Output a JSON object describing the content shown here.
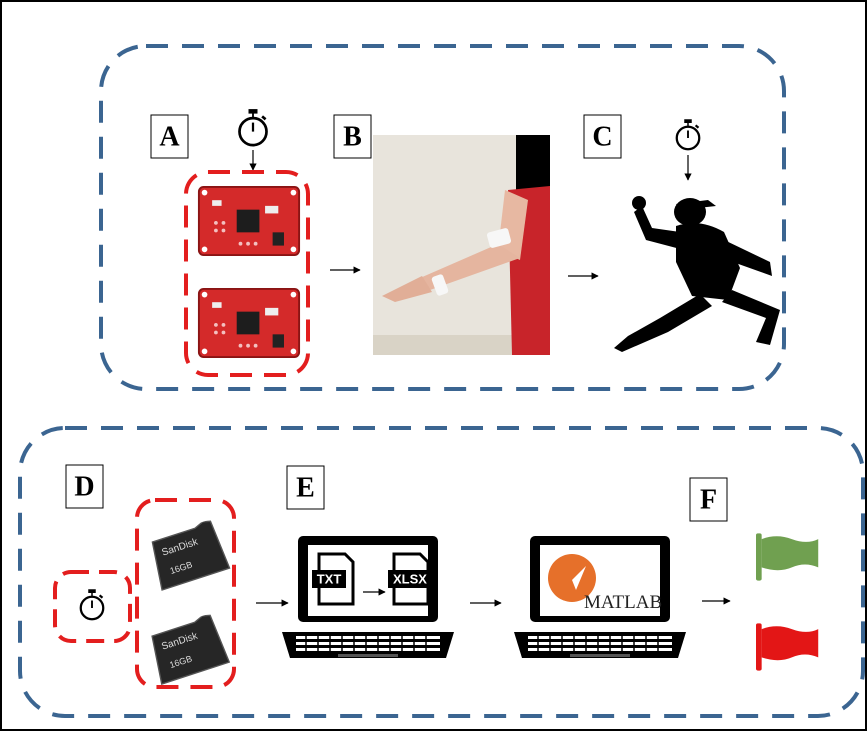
{
  "panels": {
    "a": {
      "label": "A"
    },
    "b": {
      "label": "B"
    },
    "c": {
      "label": "C"
    },
    "d": {
      "label": "D"
    },
    "e": {
      "label": "E"
    },
    "f": {
      "label": "F"
    }
  },
  "sd_card": {
    "brand": "SanDisk",
    "capacity": "16GB"
  },
  "files": {
    "source_format": "TXT",
    "target_format": "XLSX"
  },
  "software": {
    "name": "MATLAB"
  },
  "colors": {
    "group_border": "#3b6591",
    "highlight_border": "#e31e1e",
    "sensor_board": "#d42a2a",
    "flag_pass": "#70a050",
    "flag_fail": "#e31616",
    "matlab_logo": "#e6702a"
  },
  "icons": [
    "stopwatch-icon",
    "arrow-icon",
    "sensor-board-icon",
    "pitcher-silhouette-icon",
    "sd-card-icon",
    "laptop-icon",
    "file-icon",
    "flag-icon"
  ]
}
